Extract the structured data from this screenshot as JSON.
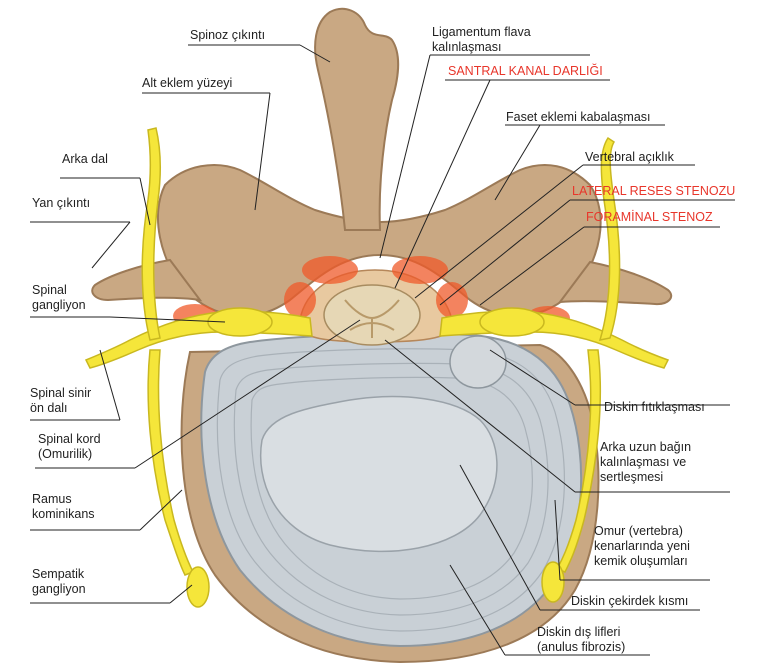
{
  "colors": {
    "bone": "#c9a883",
    "bone_dark": "#9c7a57",
    "nerve": "#f5e63a",
    "inflamed": "#f05a2a",
    "disc": "#c9d0d6",
    "disc_dark": "#8e979e",
    "label_red": "#e8362b",
    "leader": "#222222"
  },
  "labels": {
    "spinoz": "Spinoz çıkıntı",
    "alt_eklem": "Alt eklem yüzeyi",
    "ligamentum": "Ligamentum flava\nkalınlaşması",
    "santral": "SANTRAL KANAL DARLIĞI",
    "faset": "Faset eklemi kabalaşması",
    "vertebral": "Vertebral açıklık",
    "lateral": "LATERAL RESES STENOZU",
    "foraminal": "FORAMİNAL STENOZ",
    "arka_dal": "Arka dal",
    "yan_cikinti": "Yan çıkıntı",
    "spinal_gangliyon": "Spinal\ngangliyon",
    "spinal_sinir": "Spinal sinir\nön dalı",
    "spinal_kord": "Spinal kord\n(Omurilik)",
    "ramus": "Ramus\nkominikans",
    "sempatik": "Sempatik\ngangliyon",
    "fitiklasma": "Diskin fıtıklaşması",
    "arka_uzun": "Arka uzun bağın\nkalınlaşması ve\nsertleşmesi",
    "omur": "Omur (vertebra)\nkenarlarında yeni\nkemik oluşumları",
    "cekirdek": "Diskin çekirdek kısmı",
    "dis_lifleri": "Diskin dış lifleri\n(anulus fibrozis)"
  }
}
